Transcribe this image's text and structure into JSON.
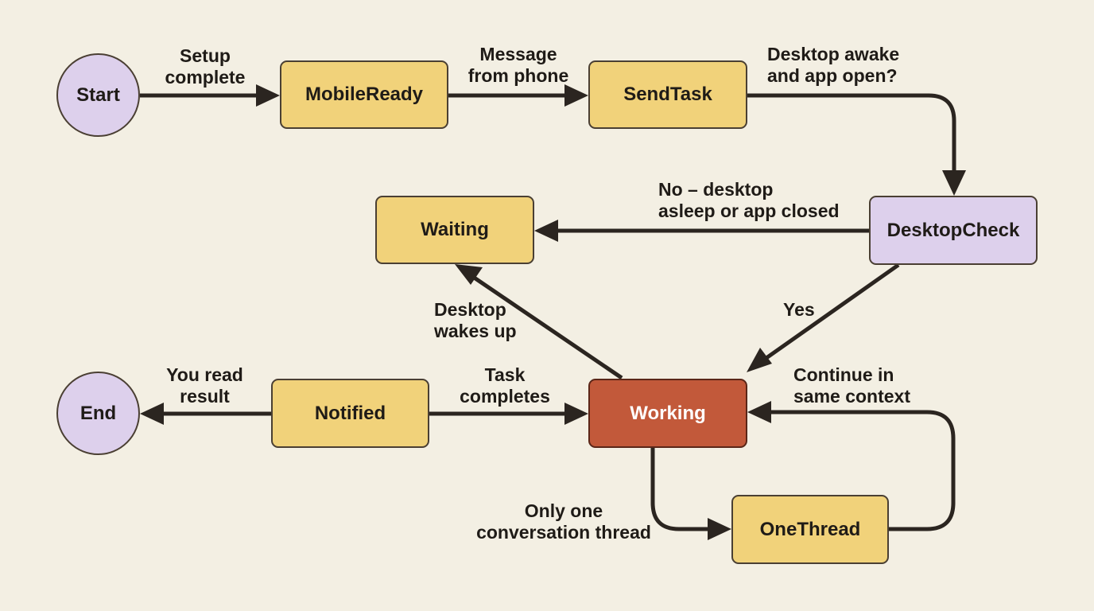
{
  "nodes": {
    "start": "Start",
    "mobile_ready": "MobileReady",
    "send_task": "SendTask",
    "desktop_check": "DesktopCheck",
    "waiting": "Waiting",
    "working": "Working",
    "notified": "Notified",
    "one_thread": "OneThread",
    "end": "End"
  },
  "edges": {
    "setup_complete": [
      "Setup",
      "complete"
    ],
    "message_from_phone": [
      "Message",
      "from phone"
    ],
    "desktop_awake": [
      "Desktop awake",
      "and app open?"
    ],
    "no_desktop_asleep": [
      "No – desktop",
      "asleep or app closed"
    ],
    "yes": [
      "Yes"
    ],
    "desktop_wakes_up": [
      "Desktop",
      "wakes up"
    ],
    "task_completes": [
      "Task",
      "completes"
    ],
    "you_read_result": [
      "You read",
      "result"
    ],
    "only_one_thread": [
      "Only one",
      "conversation thread"
    ],
    "continue_same_context": [
      "Continue in",
      "same context"
    ]
  },
  "colors": {
    "background": "#f3efe3",
    "state_fill": "#f1d27a",
    "terminal_fill": "#ddd0ec",
    "active_fill": "#c2593a",
    "line": "#2b2520"
  }
}
